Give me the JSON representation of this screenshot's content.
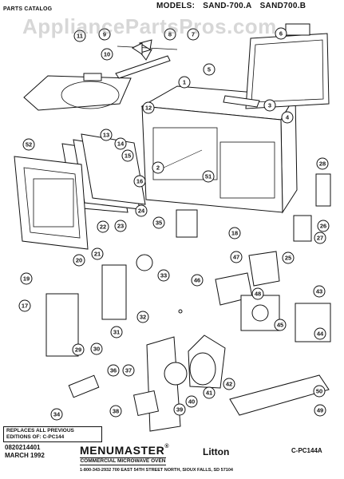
{
  "header": {
    "catalog_label": "PARTS CATALOG",
    "models_label": "MODELS:",
    "model_a": "SAND-700.A",
    "model_b": "SAND700.B"
  },
  "watermark": "AppliancePartsPros.com",
  "callouts": [
    "1",
    "2",
    "3",
    "4",
    "5",
    "6",
    "7",
    "8",
    "9",
    "10",
    "11",
    "12",
    "13",
    "14",
    "15",
    "16",
    "17",
    "18",
    "19",
    "20",
    "21",
    "22",
    "23",
    "24",
    "25",
    "26",
    "27",
    "28",
    "29",
    "30",
    "31",
    "32",
    "33",
    "34",
    "35",
    "36",
    "37",
    "38",
    "39",
    "40",
    "41",
    "42",
    "43",
    "44",
    "45",
    "46",
    "47",
    "48",
    "49",
    "50",
    "51",
    "52"
  ],
  "notice": {
    "line1": "REPLACES ALL PREVIOUS",
    "line2": "EDITIONS OF: C-PC144"
  },
  "footer": {
    "part_number": "0820214401",
    "date": "MARCH 1992",
    "brand": "MENUMASTER",
    "brand_mark": "®",
    "brand_subtitle": "COMMERCIAL MICROWAVE OVEN",
    "company": "Litton",
    "catalog_code": "C-PC144A",
    "address": "1-800-343-2932          700 EAST 54TH STREET NORTH, SIOUX FALLS, SD  57104"
  }
}
